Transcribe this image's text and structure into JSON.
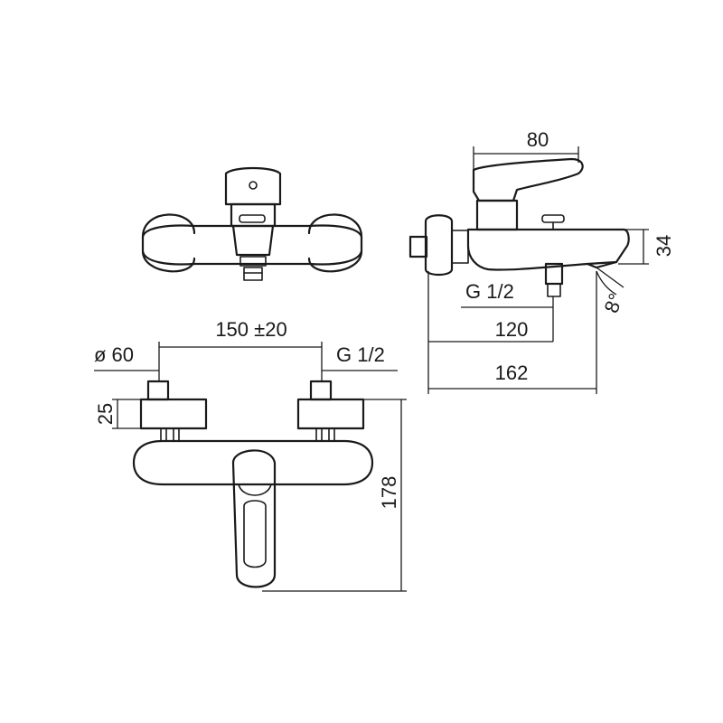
{
  "labels": {
    "top_view_width": "80",
    "side_height": "34",
    "side_thread": "G 1/2",
    "side_depth_inner": "120",
    "side_depth_total": "162",
    "spout_angle": "8°",
    "front_diameter": "ø 60",
    "front_center_distance": "150 ±20",
    "front_thread": "G 1/2",
    "front_collar_height": "25",
    "front_total_height": "178"
  }
}
